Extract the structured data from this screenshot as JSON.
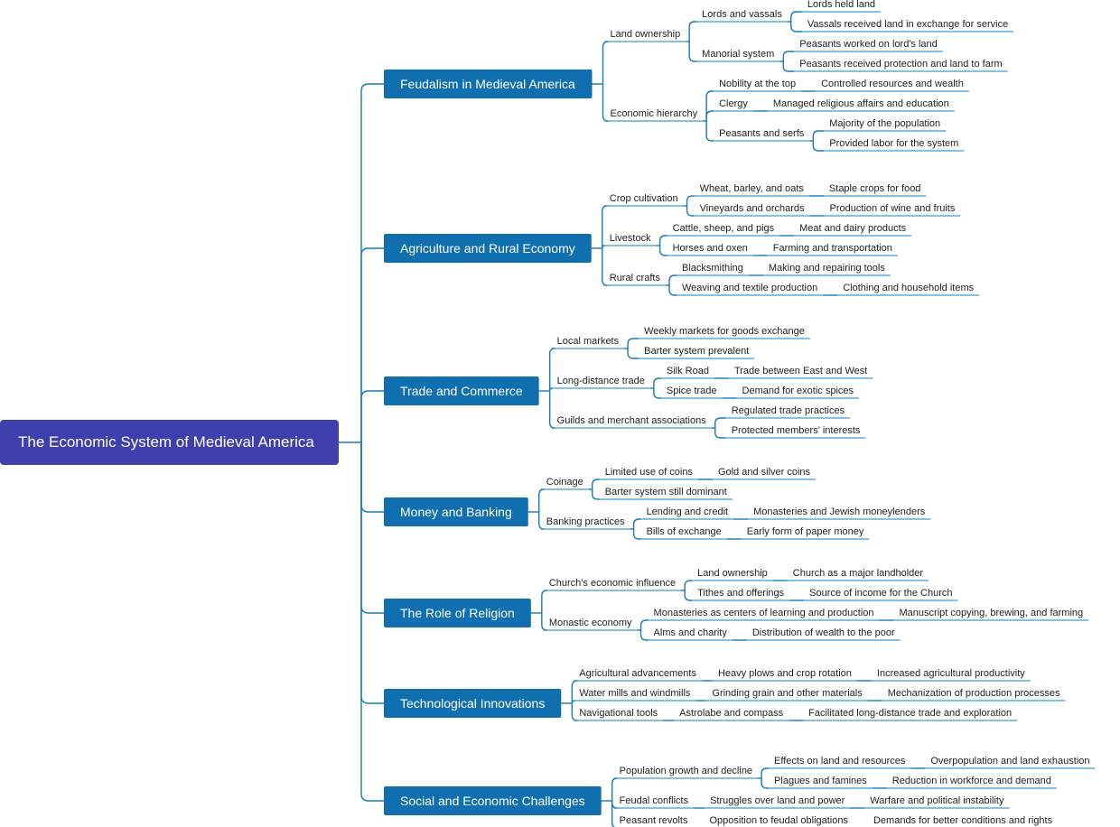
{
  "root": {
    "label": "The Economic System of Medieval America",
    "color": "#3f3fae"
  },
  "colors": {
    "branch": "#0f6faf",
    "line": "#1a78b4",
    "underline": "#3d9bd6",
    "text": "#222222"
  },
  "branches": [
    {
      "label": "Feudalism in Medieval America",
      "children": [
        {
          "label": "Land ownership",
          "children": [
            {
              "label": "Lords and vassals",
              "children": [
                {
                  "label": "Lords held land"
                },
                {
                  "label": "Vassals received land in exchange for service"
                }
              ]
            },
            {
              "label": "Manorial system",
              "children": [
                {
                  "label": "Peasants worked on lord's land"
                },
                {
                  "label": "Peasants received protection and land to farm"
                }
              ]
            }
          ]
        },
        {
          "label": "Economic hierarchy",
          "children": [
            {
              "label": "Nobility at the top",
              "children": [
                {
                  "label": "Controlled resources and wealth"
                }
              ]
            },
            {
              "label": "Clergy",
              "children": [
                {
                  "label": "Managed religious affairs and education"
                }
              ]
            },
            {
              "label": "Peasants and serfs",
              "children": [
                {
                  "label": "Majority of the population"
                },
                {
                  "label": "Provided labor for the system"
                }
              ]
            }
          ]
        }
      ]
    },
    {
      "label": "Agriculture and Rural Economy",
      "children": [
        {
          "label": "Crop cultivation",
          "children": [
            {
              "label": "Wheat, barley, and oats",
              "children": [
                {
                  "label": "Staple crops for food"
                }
              ]
            },
            {
              "label": "Vineyards and orchards",
              "children": [
                {
                  "label": "Production of wine and fruits"
                }
              ]
            }
          ]
        },
        {
          "label": "Livestock",
          "children": [
            {
              "label": "Cattle, sheep, and pigs",
              "children": [
                {
                  "label": "Meat and dairy products"
                }
              ]
            },
            {
              "label": "Horses and oxen",
              "children": [
                {
                  "label": "Farming and transportation"
                }
              ]
            }
          ]
        },
        {
          "label": "Rural crafts",
          "children": [
            {
              "label": "Blacksmithing",
              "children": [
                {
                  "label": "Making and repairing tools"
                }
              ]
            },
            {
              "label": "Weaving and textile production",
              "children": [
                {
                  "label": "Clothing and household items"
                }
              ]
            }
          ]
        }
      ]
    },
    {
      "label": "Trade and Commerce",
      "children": [
        {
          "label": "Local markets",
          "children": [
            {
              "label": "Weekly markets for goods exchange"
            },
            {
              "label": "Barter system prevalent"
            }
          ]
        },
        {
          "label": "Long-distance trade",
          "children": [
            {
              "label": "Silk Road",
              "children": [
                {
                  "label": "Trade between East and West"
                }
              ]
            },
            {
              "label": "Spice trade",
              "children": [
                {
                  "label": "Demand for exotic spices"
                }
              ]
            }
          ]
        },
        {
          "label": "Guilds and merchant associations",
          "children": [
            {
              "label": "Regulated trade practices"
            },
            {
              "label": "Protected members' interests"
            }
          ]
        }
      ]
    },
    {
      "label": "Money and Banking",
      "children": [
        {
          "label": "Coinage",
          "children": [
            {
              "label": "Limited use of coins",
              "children": [
                {
                  "label": "Gold and silver coins"
                }
              ]
            },
            {
              "label": "Barter system still dominant"
            }
          ]
        },
        {
          "label": "Banking practices",
          "children": [
            {
              "label": "Lending and credit",
              "children": [
                {
                  "label": "Monasteries and Jewish moneylenders"
                }
              ]
            },
            {
              "label": "Bills of exchange",
              "children": [
                {
                  "label": "Early form of paper money"
                }
              ]
            }
          ]
        }
      ]
    },
    {
      "label": "The Role of Religion",
      "children": [
        {
          "label": "Church's economic influence",
          "children": [
            {
              "label": "Land ownership",
              "children": [
                {
                  "label": "Church as a major landholder"
                }
              ]
            },
            {
              "label": "Tithes and offerings",
              "children": [
                {
                  "label": "Source of income for the Church"
                }
              ]
            }
          ]
        },
        {
          "label": "Monastic economy",
          "children": [
            {
              "label": "Monasteries as centers of learning and production",
              "children": [
                {
                  "label": "Manuscript copying, brewing, and farming"
                }
              ]
            },
            {
              "label": "Alms and charity",
              "children": [
                {
                  "label": "Distribution of wealth to the poor"
                }
              ]
            }
          ]
        }
      ]
    },
    {
      "label": "Technological Innovations",
      "children": [
        {
          "label": "Agricultural advancements",
          "children": [
            {
              "label": "Heavy plows and crop rotation",
              "children": [
                {
                  "label": "Increased agricultural productivity"
                }
              ]
            }
          ]
        },
        {
          "label": "Water mills and windmills",
          "children": [
            {
              "label": "Grinding grain and other materials",
              "children": [
                {
                  "label": "Mechanization of production processes"
                }
              ]
            }
          ]
        },
        {
          "label": "Navigational tools",
          "children": [
            {
              "label": "Astrolabe and compass",
              "children": [
                {
                  "label": "Facilitated long-distance trade and exploration"
                }
              ]
            }
          ]
        }
      ]
    },
    {
      "label": "Social and Economic Challenges",
      "children": [
        {
          "label": "Population growth and decline",
          "children": [
            {
              "label": "Effects on land and resources",
              "children": [
                {
                  "label": "Overpopulation and land exhaustion"
                }
              ]
            },
            {
              "label": "Plagues and famines",
              "children": [
                {
                  "label": "Reduction in workforce and demand"
                }
              ]
            }
          ]
        },
        {
          "label": "Feudal conflicts",
          "children": [
            {
              "label": "Struggles over land and power",
              "children": [
                {
                  "label": "Warfare and political instability"
                }
              ]
            }
          ]
        },
        {
          "label": "Peasant revolts",
          "children": [
            {
              "label": "Opposition to feudal obligations",
              "children": [
                {
                  "label": "Demands for better conditions and rights"
                }
              ]
            }
          ]
        }
      ]
    }
  ]
}
